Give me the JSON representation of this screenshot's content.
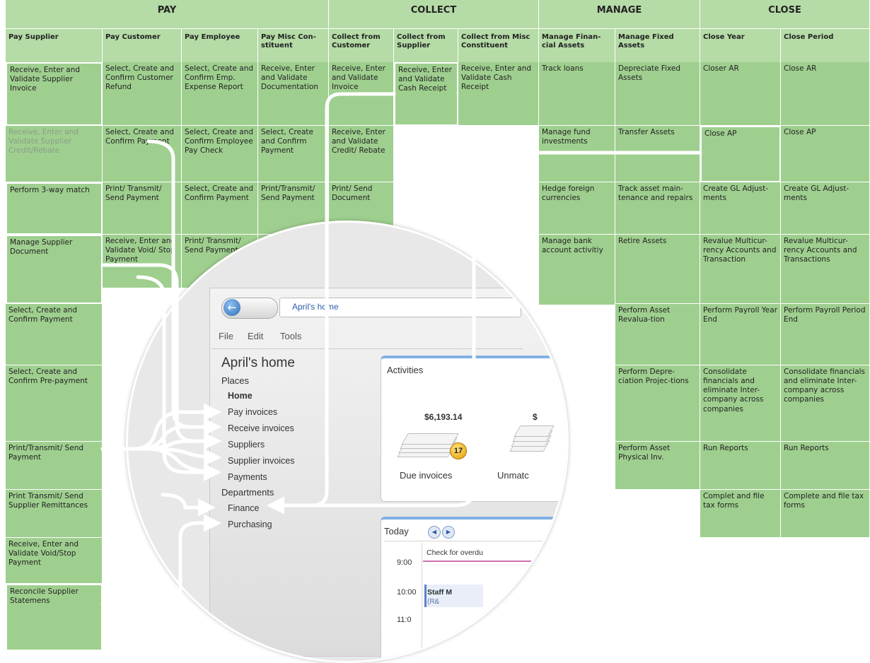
{
  "sections": [
    {
      "id": "pay",
      "title": "PAY"
    },
    {
      "id": "collect",
      "title": "COLLECT"
    },
    {
      "id": "manage",
      "title": "MANAGE"
    },
    {
      "id": "close",
      "title": "CLOSE"
    }
  ],
  "columns": [
    {
      "title": "Pay Supplier",
      "cells": [
        "Receive, Enter and Validate Supplier Invoice",
        "Receive, Enter and Validate Supplier Credit/Rebate",
        "Perform 3-way match",
        "Manage Supplier Document",
        "Select, Create and Confirm Payment",
        "Select, Create and Confirm Pre-payment",
        "Print/Transmit/ Send Payment",
        "Print Transmit/ Send Supplier Remittances",
        "Receive, Enter and Validate Void/Stop Payment",
        "Reconcile Supplier Statemens"
      ]
    },
    {
      "title": "Pay Customer",
      "cells": [
        "Select, Create and Confirm Customer Refund",
        "Select, Create and Confirm Payment",
        "Print/ Transmit/ Send Payment",
        "Receive, Enter and Validate Void/ Stop Payment"
      ]
    },
    {
      "title": "Pay Employee",
      "cells": [
        "Select, Create and Confirm Emp. Expense Report",
        "Select, Create and Confirm Employee Pay Check",
        "Select, Create and Confirm Payment",
        "Print/ Transmit/ Send Payment"
      ]
    },
    {
      "title": "Pay Misc Con-stituent",
      "cells": [
        "Receive, Enter and Validate Documentation",
        "Select, Create and Confirm Payment",
        "Print/Transmit/ Send Payment",
        "P"
      ]
    },
    {
      "title": "Collect from Customer",
      "cells": [
        "Receive, Enter and Validate Invoice",
        "Receive, Enter and Validate Credit/ Rebate",
        "Print/ Send Document"
      ]
    },
    {
      "title": "Collect from Supplier",
      "cells": [
        "Receive, Enter and Validate Cash Receipt"
      ]
    },
    {
      "title": "Collect from Misc Constituent",
      "cells": [
        "Receive, Enter and Validate Cash Receipt"
      ]
    },
    {
      "title": "Manage Finan-cial Assets",
      "cells": [
        "Track loans",
        "Manage fund investments",
        "Hedge foreign currencies",
        "Manage bank account activitiy"
      ]
    },
    {
      "title": "Manage Fixed Assets",
      "cells": [
        "Depreciate Fixed Assets",
        "Transfer Assets",
        "Track asset main-tenance and repairs",
        "Retire Assets",
        "Perform Asset Revalua-tion",
        "Perform Depre-ciation Projec-tions",
        "Perform Asset Physical Inv."
      ]
    },
    {
      "title": "Close Year",
      "cells": [
        "Closer AR",
        "Close AP",
        "Create GL Adjust-ments",
        "Revalue Multicur-rency Accounts and Transaction",
        "Perform Payroll Year End",
        "Consolidate financials and eliminate Inter-company across companies",
        "Run Reports",
        "Complet and file tax forms"
      ]
    },
    {
      "title": "Close Period",
      "cells": [
        "Close AR",
        "Close AP",
        "Create GL Adjust-ments",
        "Revalue Multicur-rency Accounts and Transactions",
        "Perform Payroll Period End",
        "Consolidate financials and eliminate Inter-company across companies",
        "Run Reports",
        "Complete and file tax forms"
      ]
    }
  ],
  "app": {
    "address": "April's home",
    "menu": [
      "File",
      "Edit",
      "Tools"
    ],
    "page_title": "April's home",
    "nav": {
      "places_label": "Places",
      "places": [
        "Home",
        "Pay invoices",
        "Receive invoices",
        "Suppliers",
        "Supplier invoices",
        "Payments"
      ],
      "departments_label": "Departments",
      "departments": [
        "Finance",
        "Purchasing"
      ]
    },
    "activities": {
      "title": "Activities",
      "amount": "$6,193.14",
      "amount2": "$",
      "badge": "17",
      "label": "Due invoices",
      "label2": "Unmatc"
    },
    "calendar": {
      "title": "Today",
      "times": [
        "9:00",
        "10:00",
        "11:0"
      ],
      "event1": "Check for overdu",
      "event2": "Staff M",
      "event2b": "(R&"
    }
  },
  "colors": {
    "cell": "#9fcf8f",
    "header": "#b5dba6",
    "background": "#ffffff",
    "connector": "#ffffff"
  }
}
